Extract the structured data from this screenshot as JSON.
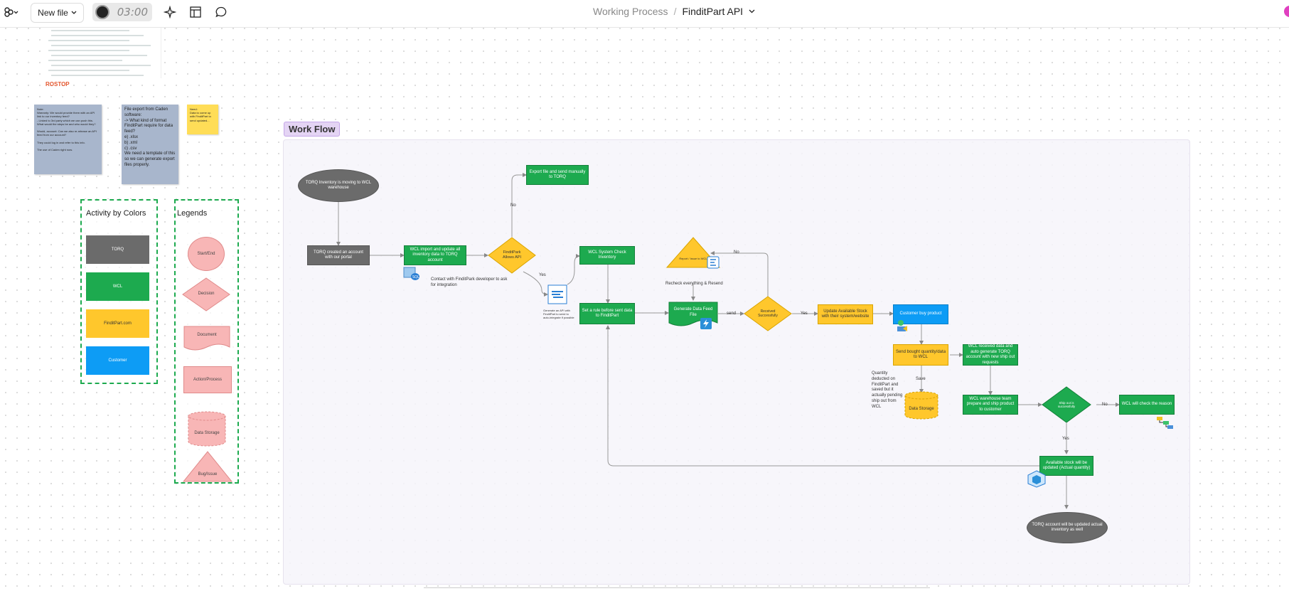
{
  "topbar": {
    "new_file": "New file",
    "timer": "03:00",
    "breadcrumb_parent": "Working Process",
    "breadcrumb_sep": "/",
    "breadcrumb_current": "FinditPart API"
  },
  "canvas": {
    "brand": "ROSTOP",
    "note1": "Note:\nWarranty: We would provide them with an API link to our inventory feed?\n- Linked to 3rd party which we can push this.\nWhat would the steps be and who would they?\n\nWould, account: Can we also re-release an API feed from our account?\n\nThey could log in and refer to this info.\n\nThe use of Caden right now.",
    "note2": "File export from Caden software:\n-> What kind of format FinditPart require for data feed?\ne) .xlsx\nb) .xml\nc) .csv\nWe need a template of this so we can generate export files properly.",
    "note3": "Need:\nData to come up with FinditPart to send updated..."
  },
  "activity": {
    "title": "Activity by Colors",
    "items": [
      {
        "label": "TORQ",
        "color": "#6b6b6b"
      },
      {
        "label": "WCL",
        "color": "#1daa4f"
      },
      {
        "label": "FinditPart.com",
        "color": "#ffc72c"
      },
      {
        "label": "Customer",
        "color": "#0d9cf5"
      }
    ]
  },
  "legends": {
    "title": "Legends",
    "items": [
      "Start/End",
      "Decision",
      "Document",
      "Action/Process",
      "Data Storage",
      "Bug/Issue"
    ]
  },
  "workflow": {
    "title": "Work Flow",
    "n_start": "TORQ Inventory is moving to WCL warehouse",
    "n_account": "TORQ created an account with our portal",
    "n_import": "WCL import and update all inventory data to TORQ account",
    "d_allow": "FinditPark Allows API",
    "n_export": "Export file and send manually to TORQ",
    "n_contact": "Contact with FinditPark developer to ask for integration",
    "n_check": "WCL System Check Inventory",
    "n_rule": "Set a rule before sent data to FinditPart",
    "n_generate": "Generate Data Feed File",
    "n_recheck": "Recheck everything & Resend",
    "n_error": "Report / Issue to WCL",
    "d_received": "Received Successfully",
    "n_update": "Update Available Stock with their system/website",
    "n_customer": "Customer buy product",
    "n_send": "Send bought quantity/data to WCL",
    "n_received_auto": "WCL received data and auto generate TORQ account with new ship out requests",
    "n_qty": "Quantity deducted on FinditPart and saved but it actually pending ship out from WCL",
    "n_storage": "Data Storage",
    "n_warehouse": "WCL warehouse team prepare and ship product to customer",
    "d_ship": "Ship out is successfully",
    "n_check_reason": "WCL will check the reason",
    "n_available": "Available stock will be updated (Actual quantity)",
    "n_end": "TORQ account will be updated actual inventory as well",
    "n_api_caption": "Generate an API with FinditPart to send to auto-integrate if possible",
    "lbl_no1": "No",
    "lbl_yes1": "Yes",
    "lbl_no2": "No",
    "lbl_send": "send",
    "lbl_yes2": "Yes",
    "lbl_save": "Save",
    "lbl_no3": "No",
    "lbl_yes3": "Yes"
  }
}
